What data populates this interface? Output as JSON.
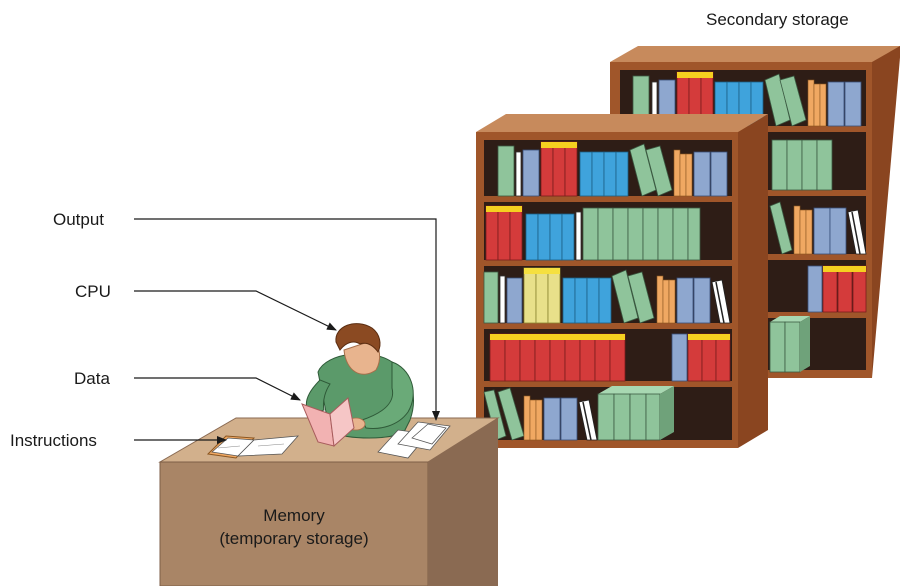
{
  "labels": {
    "secondary_storage": "Secondary storage",
    "output": "Output",
    "cpu": "CPU",
    "data": "Data",
    "instructions": "Instructions",
    "memory_line1": "Memory",
    "memory_line2": "(temporary storage)"
  },
  "colors": {
    "wood_front": "#a0562a",
    "wood_top": "#c78a5c",
    "wood_side": "#8a4520",
    "shelf_back": "#2e1d16",
    "desk_top": "#d2b08c",
    "desk_front": "#a98566",
    "desk_side": "#8a6a52",
    "book_green": "#8fc49b",
    "book_blue": "#3fa3dc",
    "book_red": "#d43b3b",
    "book_slate": "#8ea7cf",
    "book_orange": "#f0a862",
    "book_yellow": "#e8e08a",
    "shirt": "#5b9a6a",
    "hair": "#8b4a22",
    "skin": "#e8b48e"
  }
}
